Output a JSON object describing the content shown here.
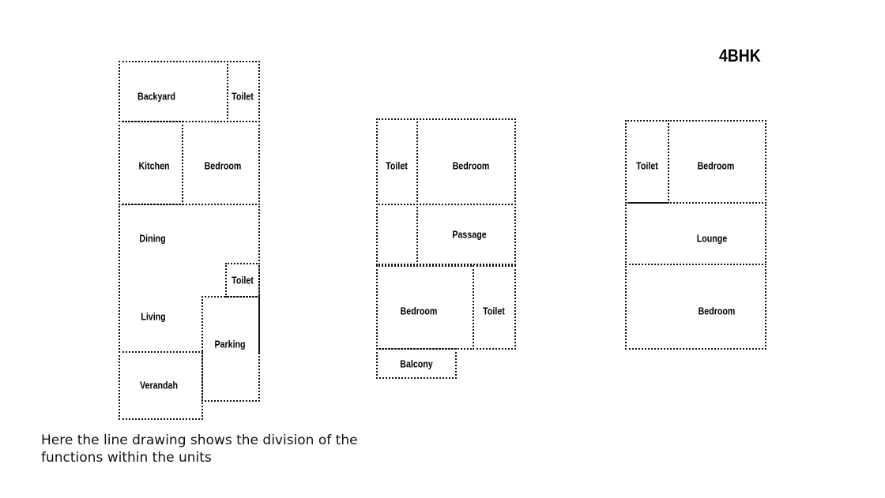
{
  "title": "4BHK",
  "caption": {
    "line1": "Here the line drawing shows the division of the",
    "line2": "functions within the units"
  },
  "plan1": {
    "backyard": "Backyard",
    "toilet_top": "Toilet",
    "kitchen": "Kitchen",
    "bedroom": "Bedroom",
    "dining": "Dining",
    "toilet_mid": "Toilet",
    "living": "Living",
    "parking": "Parking",
    "verandah": "Verandah"
  },
  "plan2": {
    "toilet_top": "Toilet",
    "bedroom_top": "Bedroom",
    "passage": "Passage",
    "bedroom_bottom": "Bedroom",
    "toilet_bottom": "Toilet",
    "balcony": "Balcony"
  },
  "plan3": {
    "toilet": "Toilet",
    "bedroom_top": "Bedroom",
    "lounge": "Lounge",
    "bedroom_bottom": "Bedroom"
  }
}
